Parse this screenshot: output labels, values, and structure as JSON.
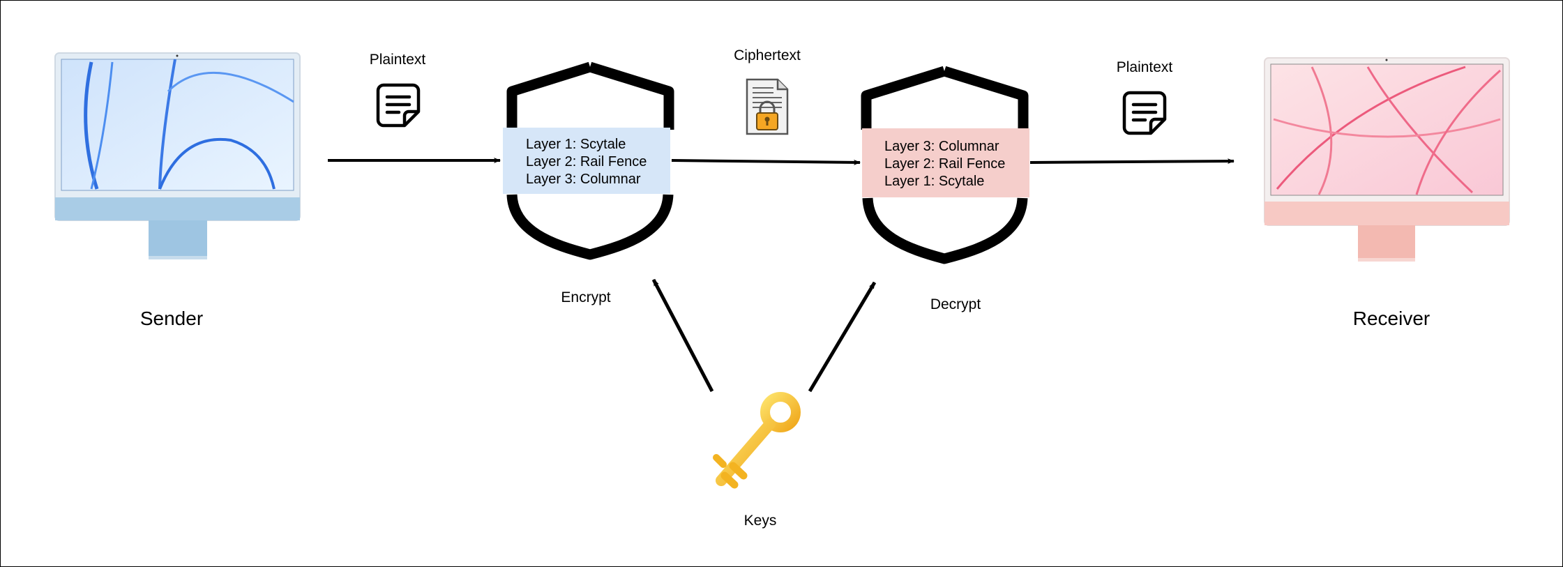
{
  "nodes": {
    "sender": {
      "label": "Sender",
      "screen_color": "#d9ecfd",
      "frame_color": "#aecfe8"
    },
    "receiver": {
      "label": "Receiver",
      "screen_color": "#fbd4dc",
      "frame_color": "#f6c6c2"
    },
    "encrypt": {
      "label": "Encrypt",
      "layers": [
        "Layer 1: Scytale",
        "Layer 2: Rail Fence",
        "Layer 3: Columnar"
      ],
      "box_color": "#d6e6f8"
    },
    "decrypt": {
      "label": "Decrypt",
      "layers": [
        "Layer 3: Columnar",
        "Layer 2: Rail Fence",
        "Layer 1: Scytale"
      ],
      "box_color": "#f5cecb"
    },
    "keys": {
      "label": "Keys",
      "key_color": "#f7c520"
    }
  },
  "edges": {
    "sender_to_encrypt": {
      "label": "Plaintext",
      "icon": "note-icon"
    },
    "encrypt_to_decrypt": {
      "label": "Ciphertext",
      "icon": "locked-document-icon"
    },
    "decrypt_to_receiver": {
      "label": "Plaintext",
      "icon": "note-icon"
    },
    "keys_to_encrypt": {},
    "keys_to_decrypt": {}
  }
}
